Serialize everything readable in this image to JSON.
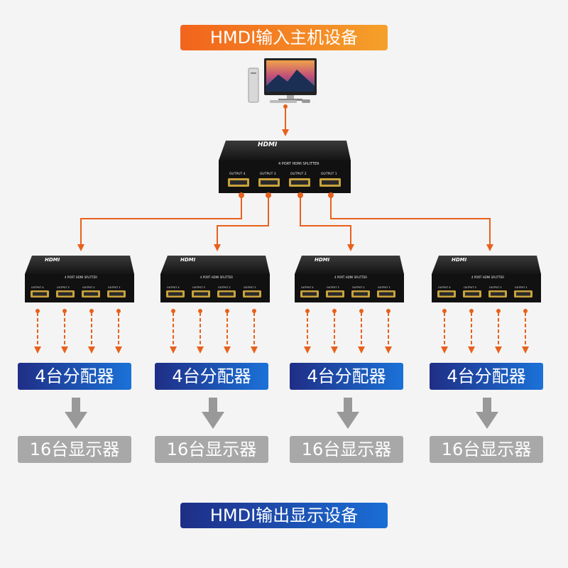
{
  "header": {
    "title": "HMDI输入主机设备"
  },
  "footer": {
    "title": "HMDI输出显示设备"
  },
  "main_splitter": {
    "brand": "HDMI",
    "model": "4 PORT HDMI SPLITTER",
    "ports": [
      "OUTPUT 4",
      "OUTPUT 3",
      "OUTPUT 2",
      "OUTPUT 1"
    ]
  },
  "splitters": [
    {
      "label": "4台分配器",
      "monitors": "16台显示器"
    },
    {
      "label": "4台分配器",
      "monitors": "16台显示器"
    },
    {
      "label": "4台分配器",
      "monitors": "16台显示器"
    },
    {
      "label": "4台分配器",
      "monitors": "16台显示器"
    }
  ],
  "colors": {
    "arrow": "#e8611c",
    "top_pill": "#f2641c",
    "blue_pill": "#1f2e86",
    "grey_pill": "#a8a8a8",
    "device_body": "#1a1a1a",
    "port_gold": "#c9a23a"
  },
  "icons": [
    "computer-icon",
    "hdmi-splitter-device",
    "gray-down-arrow-icon"
  ]
}
